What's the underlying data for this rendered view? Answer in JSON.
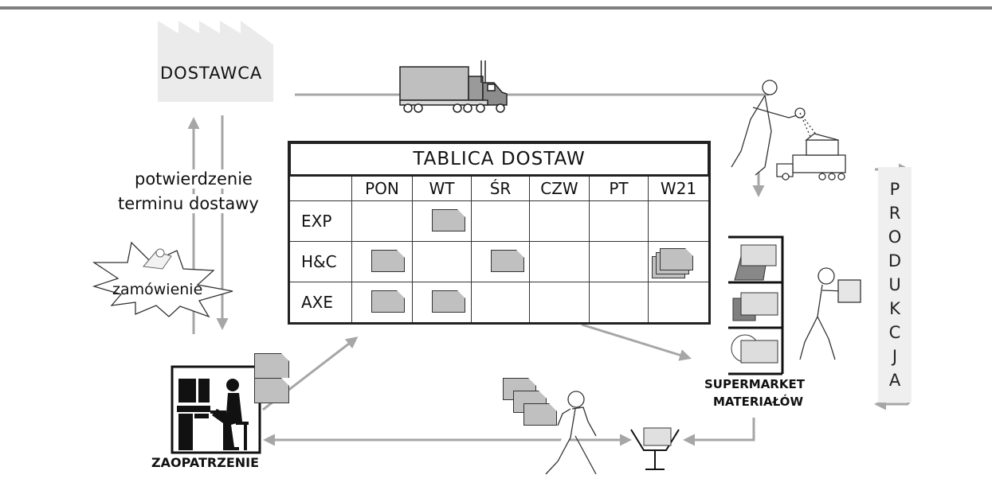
{
  "supplier": {
    "label": "DOSTAWCA"
  },
  "confirmation": {
    "line1": "potwierdzenie",
    "line2": "terminu dostawy"
  },
  "order": {
    "label": "zamówienie"
  },
  "procurement": {
    "label": "ZAOPATRZENIE"
  },
  "supermarket": {
    "line1": "SUPERMARKET",
    "line2": "MATERIAŁÓW"
  },
  "production": {
    "letters": [
      "P",
      "R",
      "O",
      "D",
      "U",
      "K",
      "C",
      "J",
      "A"
    ]
  },
  "board": {
    "title": "TABLICA DOSTAW",
    "columns": [
      "PON",
      "WT",
      "ŚR",
      "CZW",
      "PT",
      "W21"
    ],
    "rows": [
      {
        "label": "EXP",
        "cards": [
          "",
          "x",
          "",
          "",
          "",
          ""
        ]
      },
      {
        "label": "H&C",
        "cards": [
          "x",
          "",
          "x",
          "",
          "",
          "xxx"
        ]
      },
      {
        "label": "AXE",
        "cards": [
          "x",
          "x",
          "",
          "",
          "",
          ""
        ]
      }
    ]
  },
  "colors": {
    "line": "#a6a6a6",
    "card": "#c0c0c0",
    "factory": "#ebebeb",
    "ink": "#222222"
  }
}
